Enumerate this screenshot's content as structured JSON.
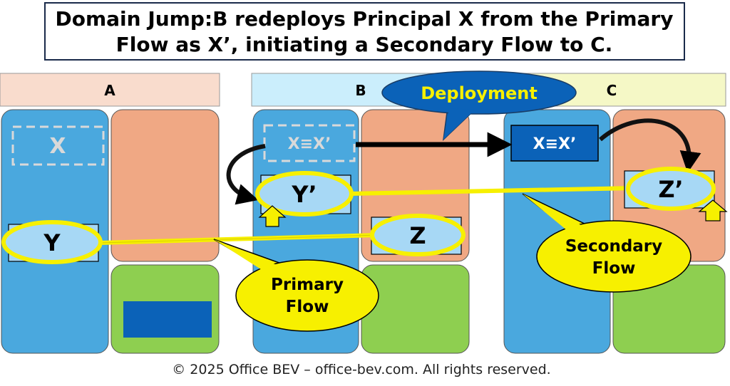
{
  "title": {
    "line1": "Domain Jump:B redeploys Principal X from the Primary",
    "line2": "Flow as X’, initiating a Secondary Flow to C."
  },
  "domains": {
    "a": "A",
    "b": "B",
    "c": "C"
  },
  "principals": {
    "x_original": "X",
    "x_in_b": "X≡X’",
    "x_in_c": "X≡X’",
    "y": "Y",
    "y_prime": "Y’",
    "z": "Z",
    "z_prime": "Z’"
  },
  "callouts": {
    "deployment": "Deployment",
    "primary_line1": "Primary",
    "primary_line2": "Flow",
    "secondary_line1": "Secondary",
    "secondary_line2": "Flow"
  },
  "footer": "© 2025 Office BEV – office-bev.com. All rights reserved.",
  "colors": {
    "blue_column": "#4aa8de",
    "salmon_column": "#f0a884",
    "green_column": "#8ecf50",
    "highlight_yellow": "#f7f000",
    "dark_blue": "#0b62b8",
    "node_fill": "#a7d8f5"
  }
}
